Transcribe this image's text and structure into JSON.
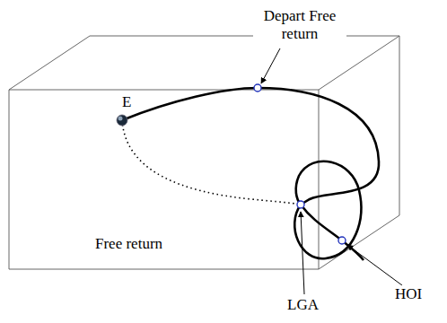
{
  "diagram": {
    "labels": [
      "E",
      "Depart Free return",
      "Free return",
      "LGA",
      "HOI"
    ]
  }
}
